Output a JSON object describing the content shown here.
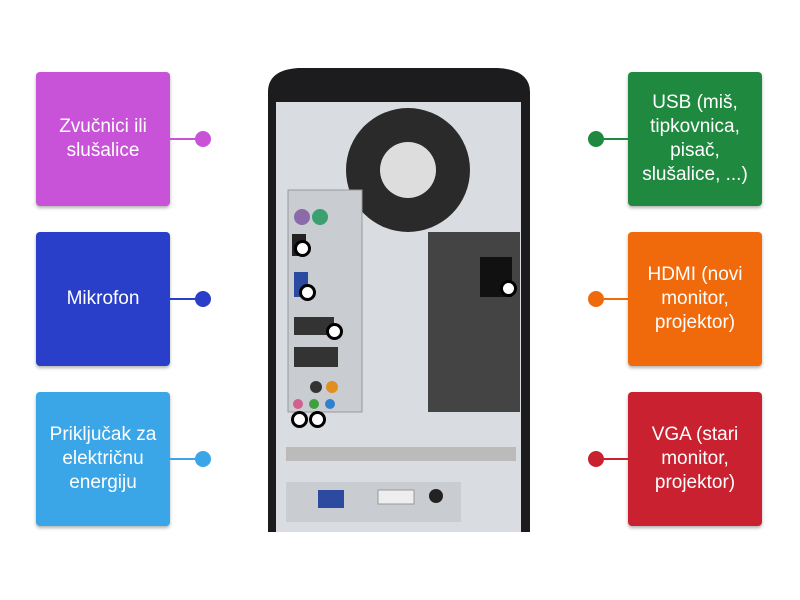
{
  "labels": [
    {
      "text": "Zvučnici ili slušalice",
      "color": "#c953d8",
      "side": "left"
    },
    {
      "text": "Mikrofon",
      "color": "#2a3fc9",
      "side": "left"
    },
    {
      "text": "Priključak za električnu energiju",
      "color": "#3aa6e8",
      "side": "left"
    },
    {
      "text": "USB (miš, tipkovnica, pisač, slušalice, ...)",
      "color": "#1f8a3f",
      "side": "right"
    },
    {
      "text": "HDMI (novi monitor, projektor)",
      "color": "#f06a0c",
      "side": "right"
    },
    {
      "text": "VGA (stari monitor, projektor)",
      "color": "#c9212f",
      "side": "right"
    }
  ]
}
